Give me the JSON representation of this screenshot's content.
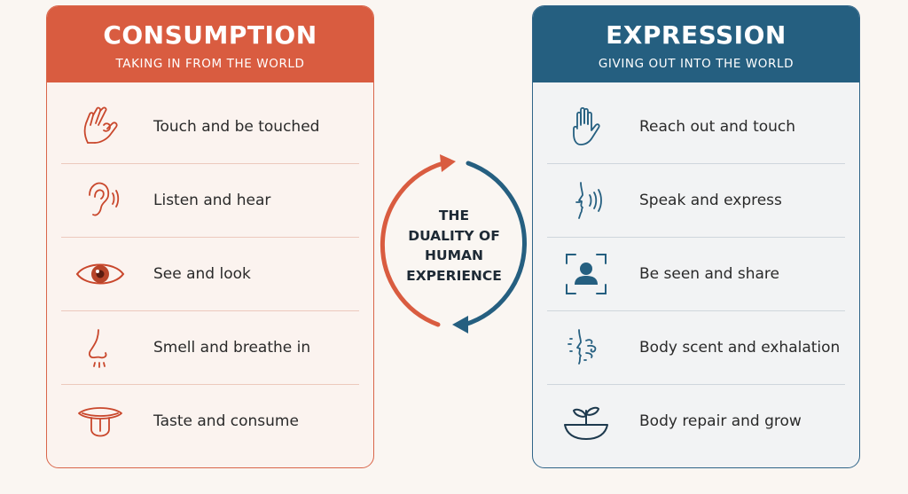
{
  "consumption": {
    "title": "CONSUMPTION",
    "subtitle": "TAKING IN FROM THE WORLD",
    "color": "#d95c40",
    "items": [
      {
        "label": "Touch and be touched",
        "icon": "touch-hand-icon"
      },
      {
        "label": "Listen and hear",
        "icon": "ear-icon"
      },
      {
        "label": "See and look",
        "icon": "eye-icon"
      },
      {
        "label": "Smell and breathe in",
        "icon": "nose-icon"
      },
      {
        "label": "Taste and consume",
        "icon": "tongue-icon"
      }
    ]
  },
  "expression": {
    "title": "EXPRESSION",
    "subtitle": "GIVING OUT INTO THE WORLD",
    "color": "#255f80",
    "items": [
      {
        "label": "Reach out and touch",
        "icon": "open-hand-icon"
      },
      {
        "label": "Speak and express",
        "icon": "speaking-face-icon"
      },
      {
        "label": "Be seen and share",
        "icon": "person-frame-icon"
      },
      {
        "label": "Body scent and exhalation",
        "icon": "exhale-face-icon"
      },
      {
        "label": "Body repair and grow",
        "icon": "sprout-icon"
      }
    ]
  },
  "center": {
    "line1": "THE",
    "line2": "DUALITY OF",
    "line3": "HUMAN",
    "line4": "EXPERIENCE"
  }
}
